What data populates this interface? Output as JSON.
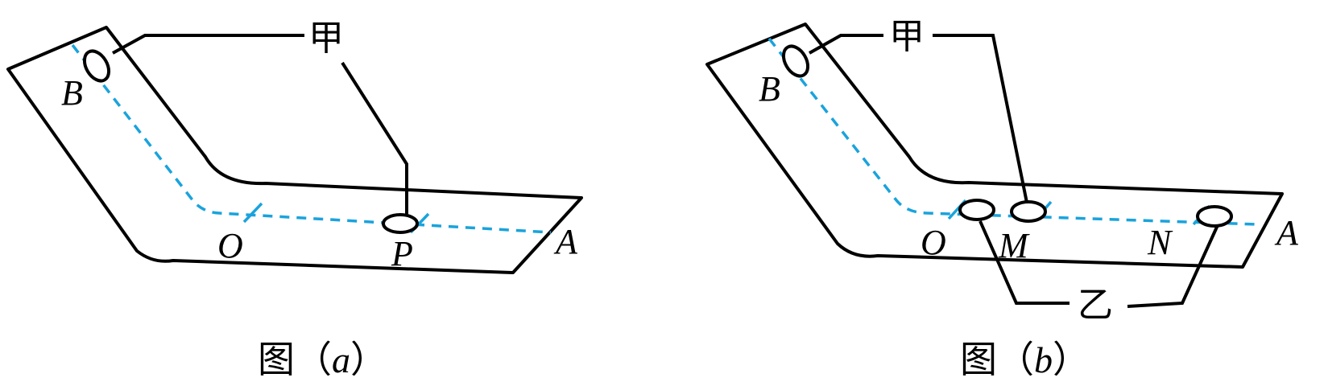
{
  "figure_a": {
    "points": {
      "B": "B",
      "O": "O",
      "P": "P",
      "A": "A"
    },
    "meter_jia": "甲",
    "caption": {
      "prefix": "图（",
      "letter": "a",
      "suffix": "）"
    }
  },
  "figure_b": {
    "points": {
      "B": "B",
      "O": "O",
      "M": "M",
      "N": "N",
      "A": "A"
    },
    "meter_jia": "甲",
    "meter_yi": "乙",
    "caption": {
      "prefix": "图（",
      "letter": "b",
      "suffix": "）"
    }
  },
  "colors": {
    "outline": "#000000",
    "path_line": "#1aa3dc"
  }
}
